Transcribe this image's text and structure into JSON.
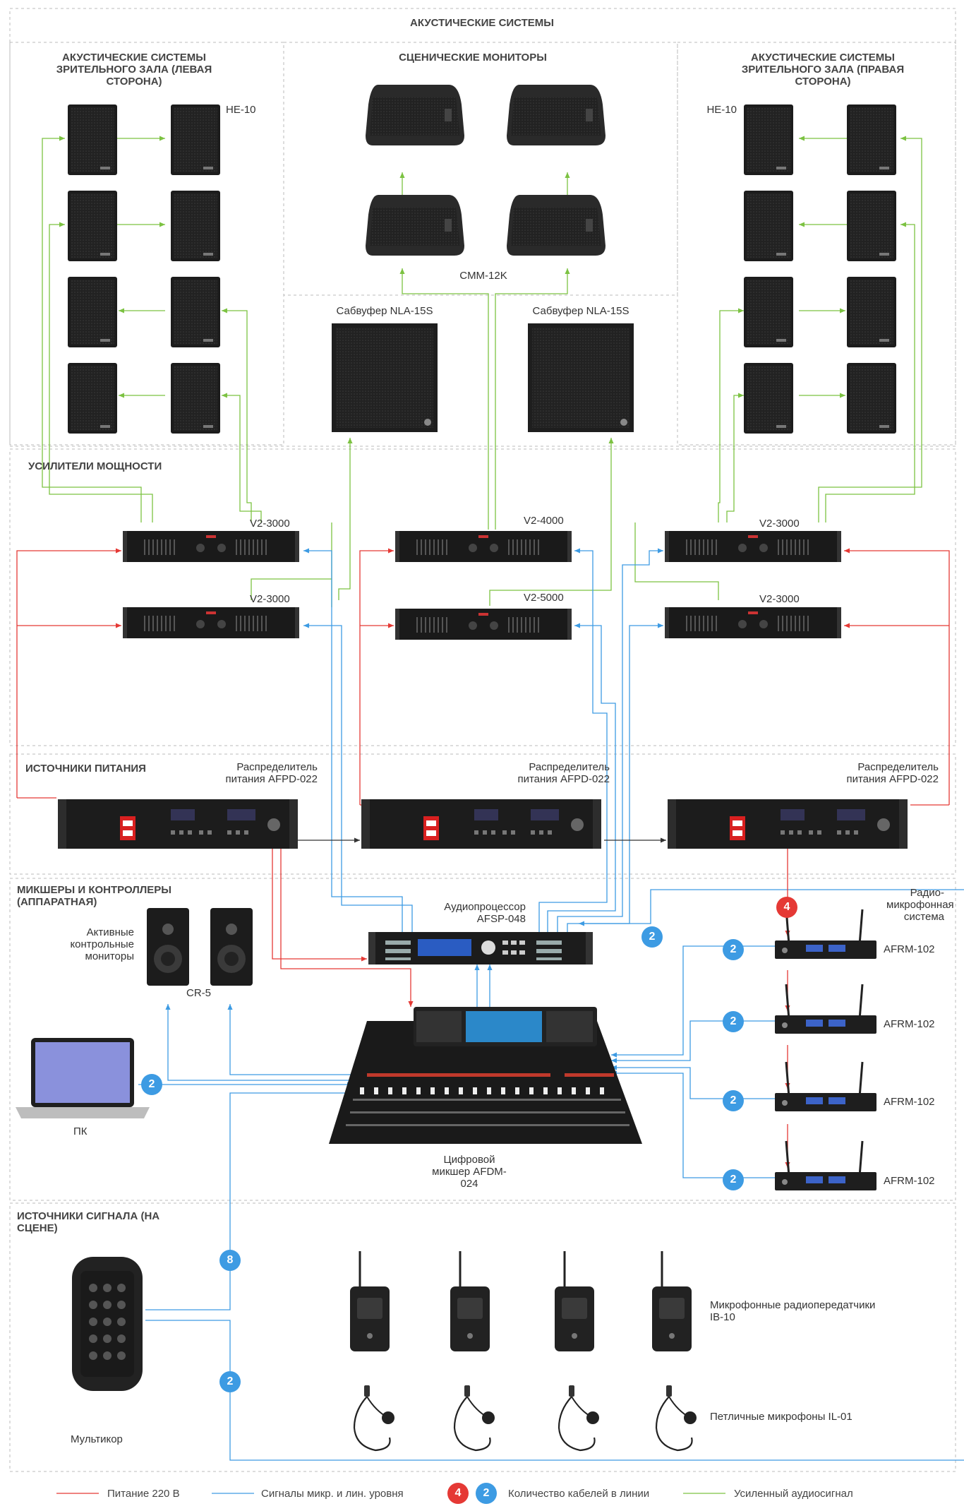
{
  "sections": {
    "acoustic": "АКУСТИЧЕСКИЕ СИСТЕМЫ",
    "hall_left": "АКУСТИЧЕСКИЕ СИСТЕМЫ ЗРИТЕЛЬНОГО ЗАЛА (ЛЕВАЯ СТОРОНА)",
    "stage_monitors": "СЦЕНИЧЕСКИЕ МОНИТОРЫ",
    "hall_right": "АКУСТИЧЕСКИЕ СИСТЕМЫ ЗРИТЕЛЬНОГО ЗАЛА (ПРАВАЯ СТОРОНА)",
    "amplifiers": "УСИЛИТЕЛИ МОЩНОСТИ",
    "power": "ИСТОЧНИКИ ПИТАНИЯ",
    "mixers": "МИКШЕРЫ И КОНТРОЛЛЕРЫ (АППАРАТНАЯ)",
    "sources": "ИСТОЧНИКИ СИГНАЛА (НА СЦЕНЕ)"
  },
  "labels": {
    "he10_left": "HE-10",
    "he10_right": "HE-10",
    "cmm": "CMM-12K",
    "sub_left": "Сабвуфер NLA-15S",
    "sub_right": "Сабвуфер NLA-15S",
    "amp_tl": "V2-3000",
    "amp_bl": "V2-3000",
    "amp_tc": "V2-4000",
    "amp_bc": "V2-5000",
    "amp_tr": "V2-3000",
    "amp_br": "V2-3000",
    "pd1": "Распределитель питания AFPD-022",
    "pd2": "Распределитель питания AFPD-022",
    "pd3": "Распределитель питания AFPD-022",
    "dsp": "Аудиопроцессор AFSP-048",
    "monitors": "Активные контрольные мониторы",
    "cr5": "CR-5",
    "pc": "ПК",
    "mixer": "Цифровой микшер AFDM-024",
    "radio_system": "Радио- микрофонная система",
    "afrm1": "AFRM-102",
    "afrm2": "AFRM-102",
    "afrm3": "AFRM-102",
    "afrm4": "AFRM-102",
    "transmitters": "Микрофонные радиопередатчики IB-10",
    "lav": "Петличные микрофоны IL-01",
    "multicore": "Мультикор"
  },
  "badges": {
    "red4": "4",
    "dsp_in": "2",
    "afrm1": "2",
    "afrm2": "2",
    "afrm3": "2",
    "afrm4": "2",
    "pc": "2",
    "multicore_top": "8",
    "multicore_bottom": "2",
    "legend_red": "4",
    "legend_blue": "2"
  },
  "legend": {
    "power": "Питание 220 В",
    "signal": "Сигналы микр. и лин. уровня",
    "count": "Количество кабелей в линии",
    "amplified": "Усиленный аудиосигнал"
  },
  "colors": {
    "power": "#e53935",
    "signal": "#3d9be3",
    "amplified": "#7cc242",
    "dash": "#bbbbbb"
  }
}
